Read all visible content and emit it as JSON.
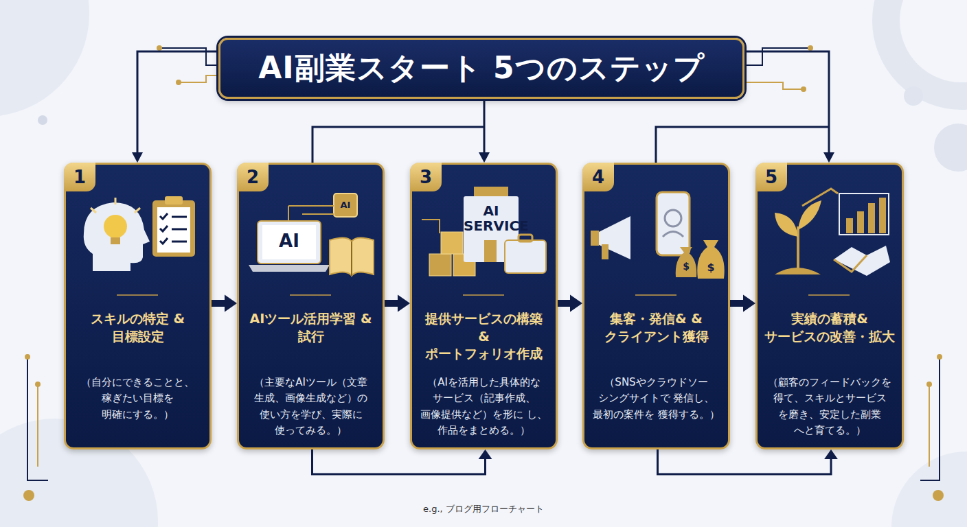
{
  "diagram": {
    "title": "AI副業スタート 5つのステップ",
    "caption": "e.g., ブログ用フローチャート",
    "nodes": [
      {
        "text": [
          "1",
          "スキルの特定 & 目標設定",
          "（自分にできることと、 稼ぎたい目標を 明確にする。）"
        ]
      },
      {
        "text": [
          "2",
          "AIツール活用学習 &試行",
          "（主要なAIツール（文章 生成、画像生成など）の 使い方を学び、実際に 使ってみる。）"
        ]
      },
      {
        "text": [
          "3",
          "提供サービスの構築 & ポートフォリオ作成",
          "（AIを活用した具体的な サービス（記事作成、 画像提供など）を形に し、作品をまとめる。）"
        ]
      },
      {
        "text": [
          "4",
          "集客・発信& & クライアント獲得",
          "（SNSやクラウドソー シングサイトで 発信し、最初の案件を 獲得する。）"
        ]
      },
      {
        "text": [
          "5",
          "実績の蓄積& サービスの改善・拡大",
          "（顧客のフィードバックを 得て、スキルとサービス を磨き、安定した副業 へと育てる。）"
        ]
      }
    ],
    "edges": [
      {
        "from": 0,
        "to": 1,
        "arrow": "to"
      },
      {
        "from": 1,
        "to": 2,
        "arrow": "to"
      },
      {
        "from": 2,
        "to": 3,
        "arrow": "to"
      },
      {
        "from": 3,
        "to": 4,
        "arrow": "to"
      },
      {
        "from": 1,
        "to": 2,
        "arrow": "to"
      },
      {
        "from": 3,
        "to": 4,
        "arrow": "to"
      }
    ],
    "labels": [
      "AI",
      "AI",
      "AI SERVICE",
      "$",
      "$"
    ]
  }
}
